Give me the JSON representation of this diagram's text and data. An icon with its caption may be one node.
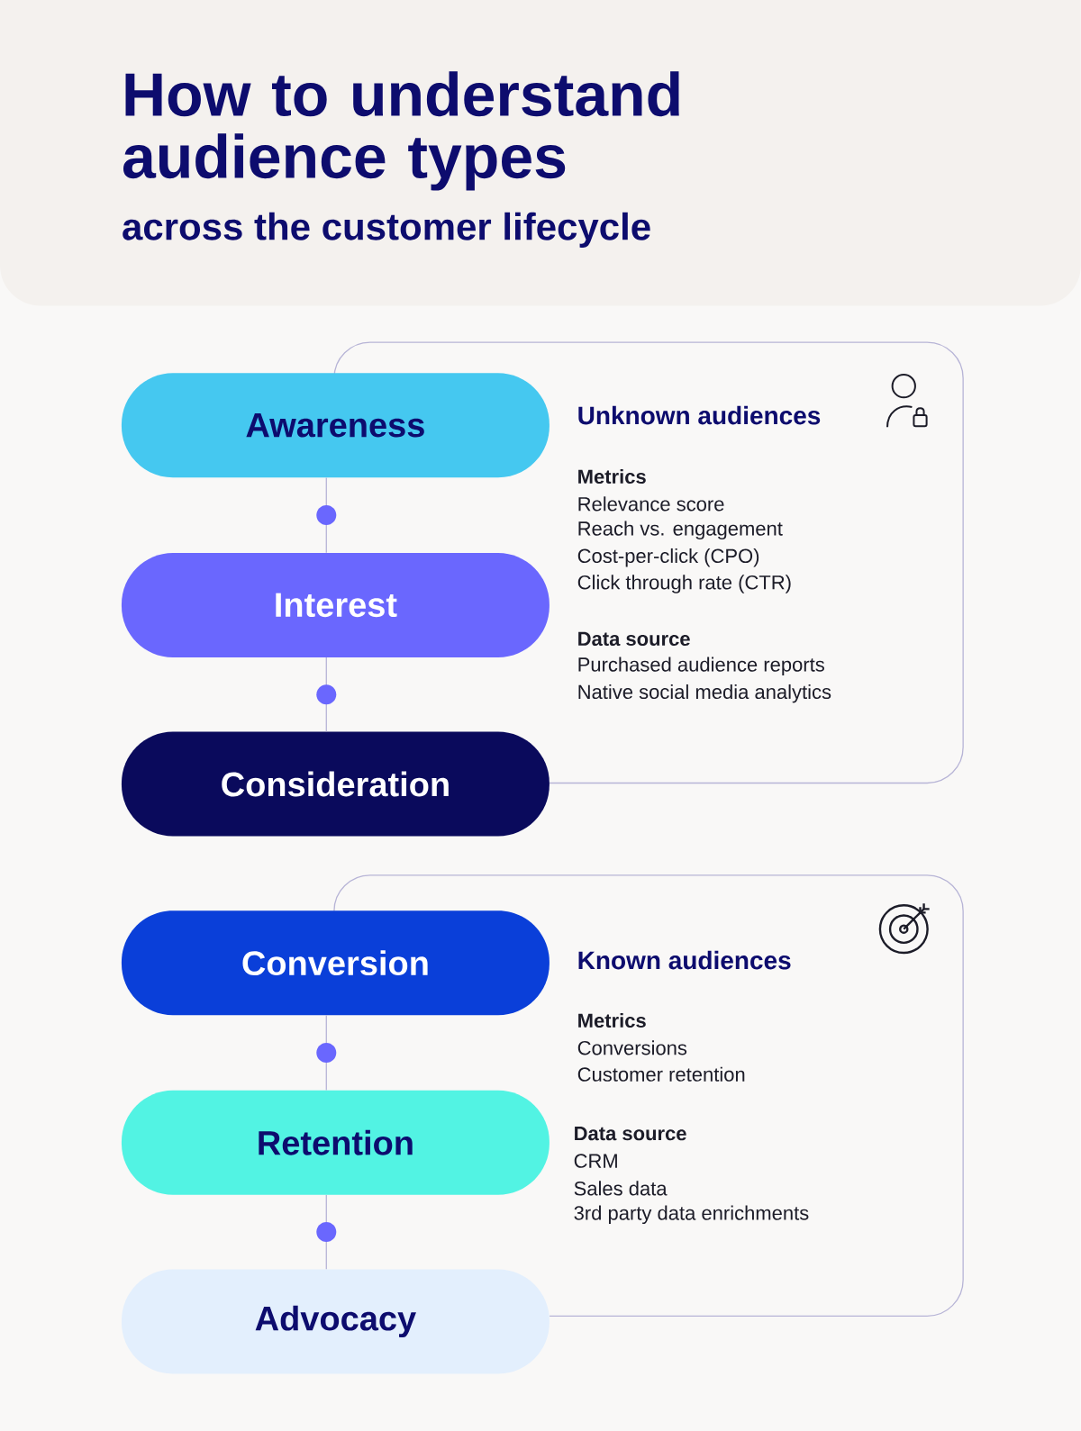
{
  "diagram": {
    "title": "How to understand audience types",
    "nodes": [
      {
        "text": [
          "Awareness"
        ]
      },
      {
        "text": [
          "Interest"
        ]
      },
      {
        "text": [
          "Consideration"
        ]
      },
      {
        "text": [
          "Unknown audiences",
          "Metrics",
          "Relevance score",
          "Reach vs. engagement",
          "Cost-per-click (CPO)",
          "Click through rate (CTR)",
          "Data source",
          "Purchased audience reports",
          "Native social media analytics"
        ]
      },
      {
        "text": [
          "Conversion"
        ]
      },
      {
        "text": [
          "Retention"
        ]
      },
      {
        "text": [
          "Advocacy"
        ]
      },
      {
        "text": [
          "Known audiences",
          "Metrics",
          "Conversions",
          "Customer retention",
          "Data source",
          "CRM",
          "Sales data",
          "3rd party data enrichments"
        ]
      }
    ],
    "edges": [
      {
        "from": 0,
        "to": 1,
        "arrow": "none"
      },
      {
        "from": 1,
        "to": 2,
        "arrow": "none"
      },
      {
        "from": 4,
        "to": 5,
        "arrow": "none"
      },
      {
        "from": 5,
        "to": 6,
        "arrow": "none"
      }
    ],
    "labels": [
      "across the customer lifecycle"
    ]
  }
}
